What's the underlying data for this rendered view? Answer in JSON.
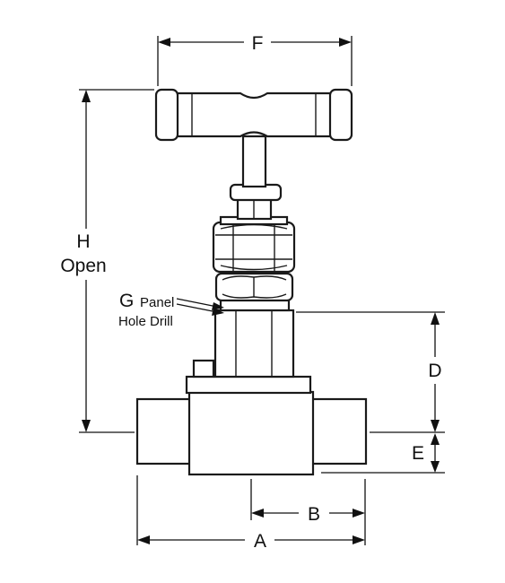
{
  "diagram": {
    "labels": {
      "F": "F",
      "H": "H",
      "H_sub": "Open",
      "G": "G",
      "G_sub1": "Panel",
      "G_sub2": "Hole Drill",
      "D": "D",
      "E": "E",
      "B": "B",
      "A": "A"
    },
    "colors": {
      "line": "#1a1a1a",
      "shade": "#d9d9d9",
      "background": "#ffffff"
    }
  }
}
